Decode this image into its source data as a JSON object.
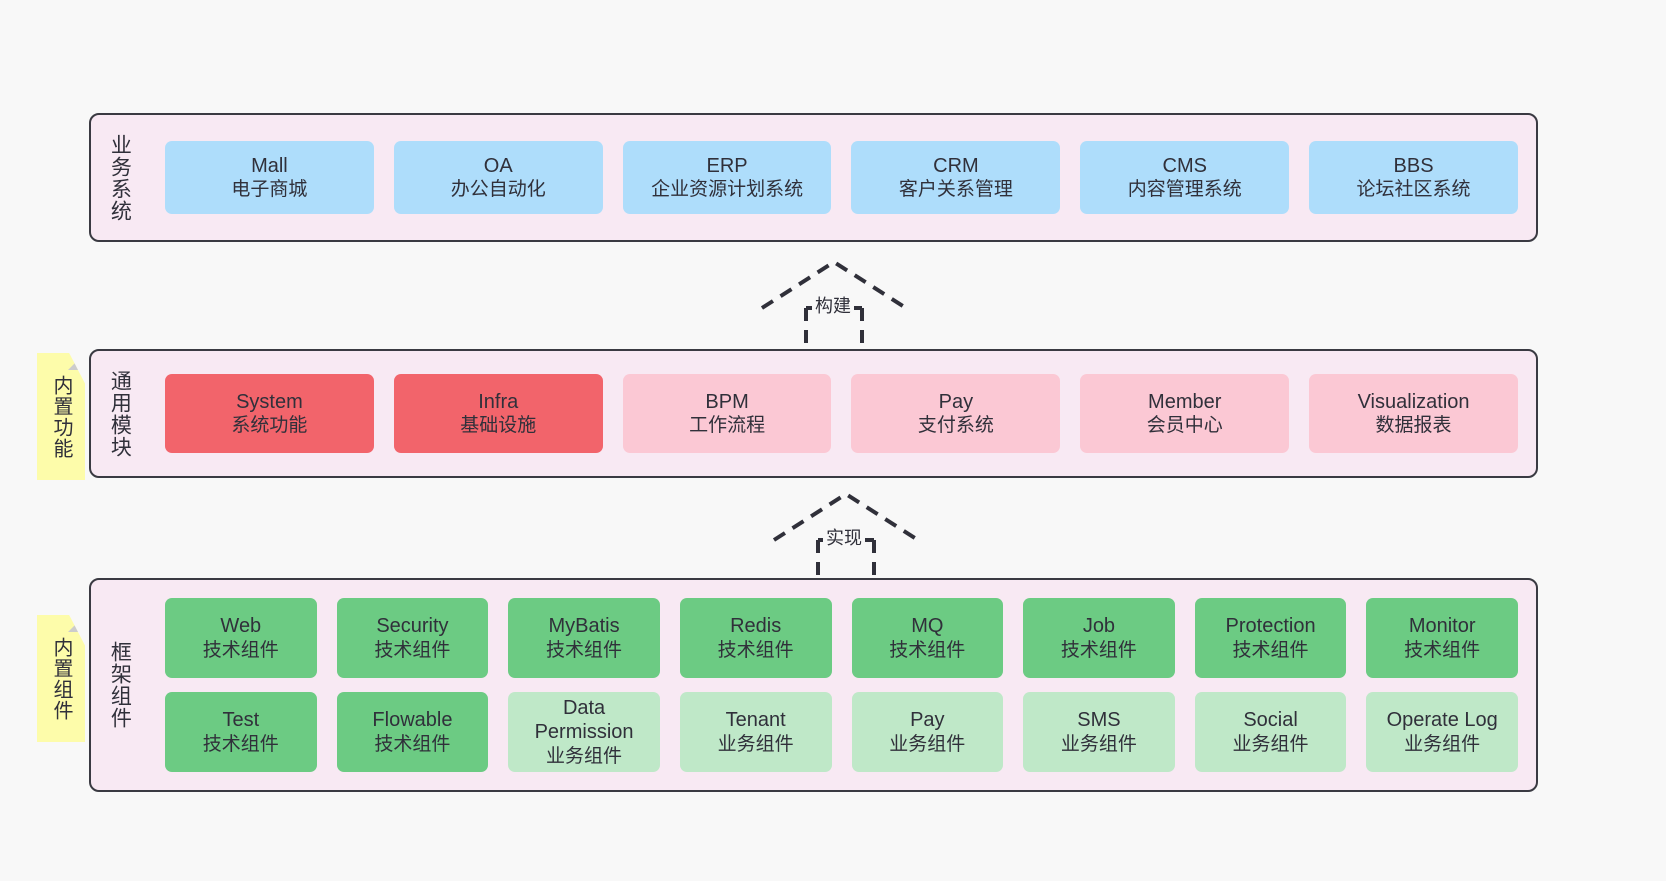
{
  "layers": [
    {
      "id": "business",
      "title": "业务系统",
      "cards": [
        {
          "en": "Mall",
          "cn": "电子商城",
          "color": "#aeddfb"
        },
        {
          "en": "OA",
          "cn": "办公自动化",
          "color": "#aeddfb"
        },
        {
          "en": "ERP",
          "cn": "企业资源计划系统",
          "color": "#aeddfb"
        },
        {
          "en": "CRM",
          "cn": "客户关系管理",
          "color": "#aeddfb"
        },
        {
          "en": "CMS",
          "cn": "内容管理系统",
          "color": "#aeddfb"
        },
        {
          "en": "BBS",
          "cn": "论坛社区系统",
          "color": "#aeddfb"
        }
      ]
    },
    {
      "id": "modules",
      "title": "通用模块",
      "cards": [
        {
          "en": "System",
          "cn": "系统功能",
          "color": "#f2646b"
        },
        {
          "en": "Infra",
          "cn": "基础设施",
          "color": "#f2646b"
        },
        {
          "en": "BPM",
          "cn": "工作流程",
          "color": "#fbc8d4"
        },
        {
          "en": "Pay",
          "cn": "支付系统",
          "color": "#fbc8d4"
        },
        {
          "en": "Member",
          "cn": "会员中心",
          "color": "#fbc8d4"
        },
        {
          "en": "Visualization",
          "cn": "数据报表",
          "color": "#fbc8d4"
        }
      ]
    },
    {
      "id": "framework",
      "title": "框架组件",
      "row1": [
        {
          "en": "Web",
          "cn": "技术组件",
          "color": "#6ccb83"
        },
        {
          "en": "Security",
          "cn": "技术组件",
          "color": "#6ccb83"
        },
        {
          "en": "MyBatis",
          "cn": "技术组件",
          "color": "#6ccb83"
        },
        {
          "en": "Redis",
          "cn": "技术组件",
          "color": "#6ccb83"
        },
        {
          "en": "MQ",
          "cn": "技术组件",
          "color": "#6ccb83"
        },
        {
          "en": "Job",
          "cn": "技术组件",
          "color": "#6ccb83"
        },
        {
          "en": "Protection",
          "cn": "技术组件",
          "color": "#6ccb83"
        },
        {
          "en": "Monitor",
          "cn": "技术组件",
          "color": "#6ccb83"
        }
      ],
      "row2": [
        {
          "en": "Test",
          "cn": "技术组件",
          "color": "#6ccb83"
        },
        {
          "en": "Flowable",
          "cn": "技术组件",
          "color": "#6ccb83"
        },
        {
          "en": "Data Permission",
          "cn": "业务组件",
          "color": "#bfe8c8"
        },
        {
          "en": "Tenant",
          "cn": "业务组件",
          "color": "#bfe8c8"
        },
        {
          "en": "Pay",
          "cn": "业务组件",
          "color": "#bfe8c8"
        },
        {
          "en": "SMS",
          "cn": "业务组件",
          "color": "#bfe8c8"
        },
        {
          "en": "Social",
          "cn": "业务组件",
          "color": "#bfe8c8"
        },
        {
          "en": "Operate Log",
          "cn": "业务组件",
          "color": "#bfe8c8"
        }
      ]
    }
  ],
  "notes": [
    {
      "id": "builtin-function",
      "text": "内置功能",
      "color": "#fdfcaa"
    },
    {
      "id": "builtin-component",
      "text": "内置组件",
      "color": "#fdfcaa"
    }
  ],
  "arrows": [
    {
      "id": "build",
      "label": "构建",
      "style": "dashed-generalization"
    },
    {
      "id": "implement",
      "label": "实现",
      "style": "dashed-generalization"
    }
  ],
  "colors": {
    "canvas": "#f8f8f8",
    "layer_fill": "#f8e9f3",
    "layer_border": "#3a3a42",
    "text": "#30303a",
    "blue": "#aeddfb",
    "red": "#f2646b",
    "pink": "#fbc8d4",
    "green": "#6ccb83",
    "light_green": "#bfe8c8",
    "note_yellow": "#fdfcaa",
    "note_fold": "#cccccc"
  }
}
